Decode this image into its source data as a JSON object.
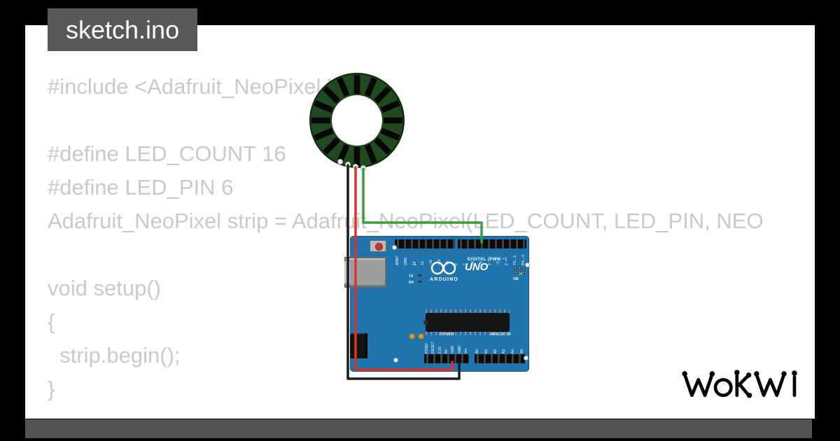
{
  "tab": {
    "label": "sketch.ino"
  },
  "code": {
    "lines": [
      "#include <Adafruit_NeoPixel.h>",
      "",
      "#define LED_COUNT 16",
      "#define LED_PIN 6",
      "Adafruit_NeoPixel strip = Adafruit_NeoPixel(LED_COUNT, LED_PIN, NEO",
      "",
      "void setup()",
      "{",
      "  strip.begin();",
      "}"
    ]
  },
  "diagram": {
    "ring": {
      "led_count": 16
    },
    "arduino": {
      "logo_text": "UNO",
      "brand": "ARDUINO",
      "digital_label": "DIGITAL (PWM ~)",
      "power_label": "POWER",
      "analog_label": "ANALOG IN",
      "on_label": "ON",
      "l_label": "L",
      "tx_label": "TX",
      "rx_label": "RX",
      "digital_pins": [
        "AREF",
        "GND",
        "13",
        "12",
        "~11",
        "~10",
        "~9",
        "8",
        "7",
        "~6",
        "~5",
        "4",
        "~3",
        "2",
        "TX→1",
        "RX←0"
      ],
      "power_pins": [
        "IOREF",
        "RESET",
        "3.3V",
        "5V",
        "GND",
        "GND",
        "Vin"
      ],
      "analog_pins": [
        "A0",
        "A1",
        "A2",
        "A3",
        "A4",
        "A5"
      ]
    }
  },
  "logo": {
    "text": "WOKWI"
  },
  "colors": {
    "board": "#2074ad",
    "ring": "#20491f",
    "wire_black": "#1c1c1c",
    "wire_red": "#d6342c",
    "wire_green": "#3d9c40",
    "tab_bg": "#58585a",
    "code_text": "#cacaca",
    "shadow": "#545454"
  }
}
